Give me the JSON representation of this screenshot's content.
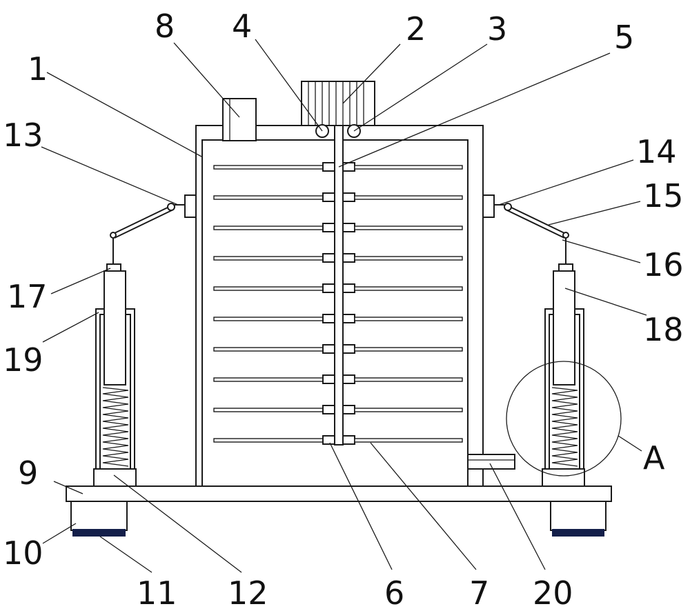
{
  "labels": {
    "l1": "1",
    "l2": "2",
    "l3": "3",
    "l4": "4",
    "l5": "5",
    "l6": "6",
    "l7": "7",
    "l8": "8",
    "l9": "9",
    "l10": "10",
    "l11": "11",
    "l12": "12",
    "l13": "13",
    "l14": "14",
    "l15": "15",
    "l16": "16",
    "l17": "17",
    "l18": "18",
    "l19": "19",
    "l20": "20",
    "lA": "A"
  },
  "colors": {
    "line": "#1a1a1a",
    "foot_pad": "#141f4a",
    "background": "#ffffff"
  }
}
